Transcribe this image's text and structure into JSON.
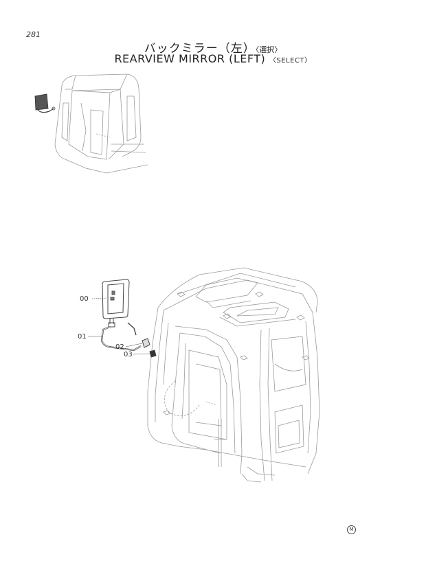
{
  "page_number": "281",
  "title_jp": {
    "main": "バックミラー（左）",
    "select": "〈選択〉"
  },
  "title_en": {
    "main": "REARVIEW MIRROR (LEFT)",
    "select": "〈SELECT〉"
  },
  "parts": [
    {
      "label": "00"
    },
    {
      "label": "01"
    },
    {
      "label": "02"
    },
    {
      "label": "03"
    }
  ],
  "logo_text": "M"
}
